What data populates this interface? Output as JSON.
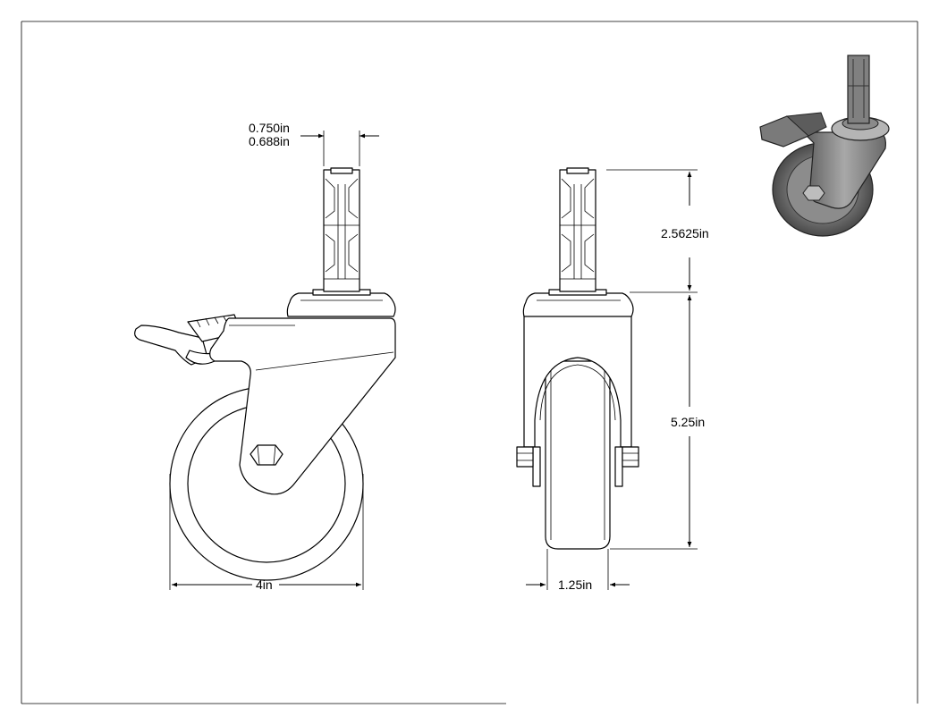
{
  "drawing": {
    "dimensions": {
      "stem_diameter_max": "0.750in",
      "stem_diameter_min": "0.688in",
      "stem_length": "2.5625in",
      "overall_height": "5.25in",
      "wheel_diameter": "4in",
      "wheel_width": "1.25in"
    }
  }
}
